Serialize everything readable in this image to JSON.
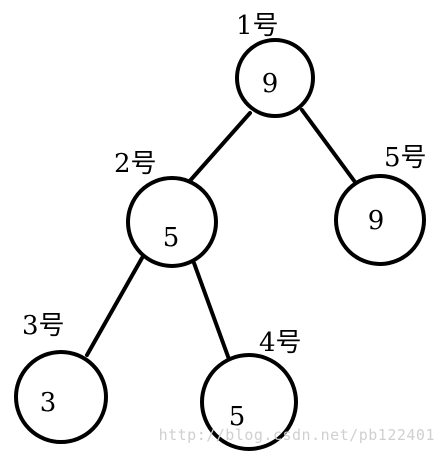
{
  "tree": {
    "nodes": [
      {
        "id": "n1",
        "label": "1号",
        "value": "9"
      },
      {
        "id": "n2",
        "label": "2号",
        "value": "5"
      },
      {
        "id": "n5",
        "label": "5号",
        "value": "9"
      },
      {
        "id": "n3",
        "label": "3号",
        "value": "3"
      },
      {
        "id": "n4",
        "label": "4号",
        "value": "5"
      }
    ],
    "edges": [
      {
        "from": "n1",
        "to": "n2"
      },
      {
        "from": "n1",
        "to": "n5"
      },
      {
        "from": "n2",
        "to": "n3"
      },
      {
        "from": "n2",
        "to": "n4"
      }
    ]
  },
  "watermark": "http://blog.csdn.net/pb122401",
  "colors": {
    "stroke": "#000000",
    "background": "#ffffff",
    "watermark": "#d0d0d0"
  }
}
